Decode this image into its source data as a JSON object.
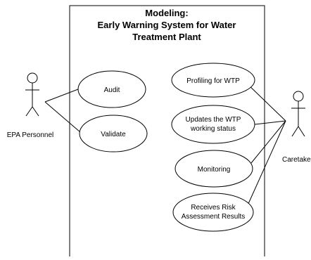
{
  "system": {
    "title_lines": [
      "Modeling:",
      "Early Warning System for Water",
      "Treatment Plant"
    ]
  },
  "actors": {
    "epa": {
      "label": "EPA Personnel"
    },
    "caretaker": {
      "label": "Caretaker"
    }
  },
  "use_cases": {
    "audit": {
      "lines": [
        "Audit"
      ]
    },
    "validate": {
      "lines": [
        "Validate"
      ]
    },
    "profiling": {
      "lines": [
        "Profiling for WTP"
      ]
    },
    "updates": {
      "lines": [
        "Updates the WTP",
        "working status"
      ]
    },
    "monitoring": {
      "lines": [
        "Monitoring"
      ]
    },
    "receives": {
      "lines": [
        "Receives Risk",
        "Assessment Results"
      ]
    }
  },
  "colors": {
    "line": "#000000",
    "background": "#ffffff"
  }
}
